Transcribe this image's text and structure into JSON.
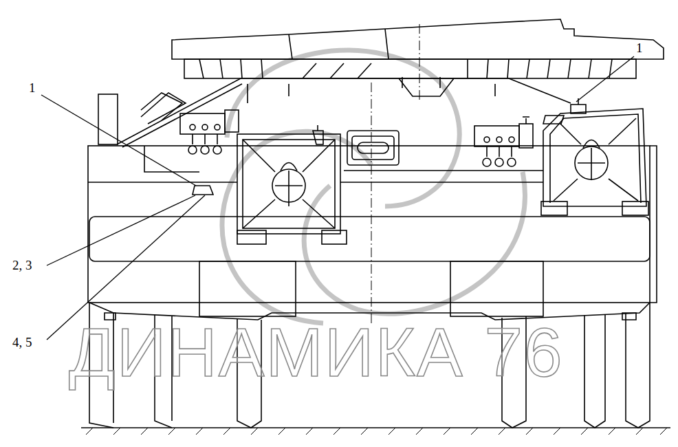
{
  "diagram": {
    "labels": [
      "1",
      "1",
      "2, 3",
      "4, 5",
      "ДИНАМИКА 76"
    ]
  }
}
